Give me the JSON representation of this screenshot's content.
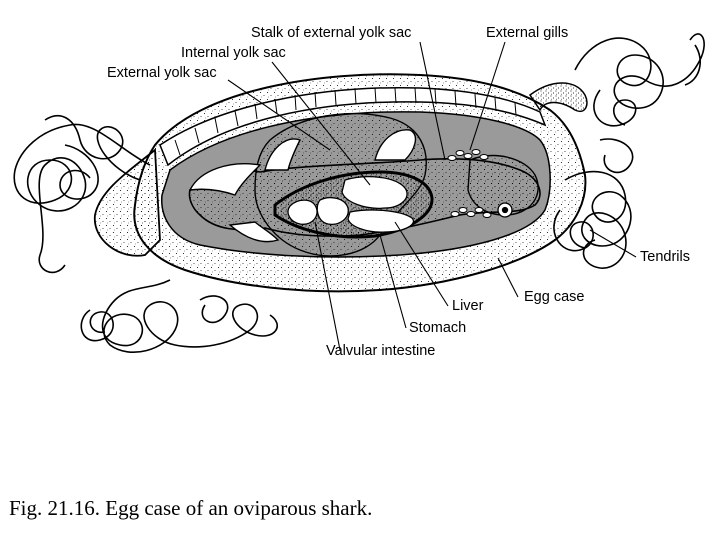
{
  "labels": {
    "stalk_external_yolk_sac": "Stalk of external yolk sac",
    "external_gills": "External gills",
    "internal_yolk_sac": "Internal yolk sac",
    "external_yolk_sac": "External yolk sac",
    "tendrils": "Tendrils",
    "egg_case": "Egg case",
    "liver": "Liver",
    "stomach": "Stomach",
    "valvular_intestine": "Valvular intestine"
  },
  "caption": "Fig. 21.16. Egg case of an oviparous shark.",
  "colors": {
    "line": "#000000",
    "cavity_fill": "#9a9a9a",
    "background": "#ffffff"
  }
}
